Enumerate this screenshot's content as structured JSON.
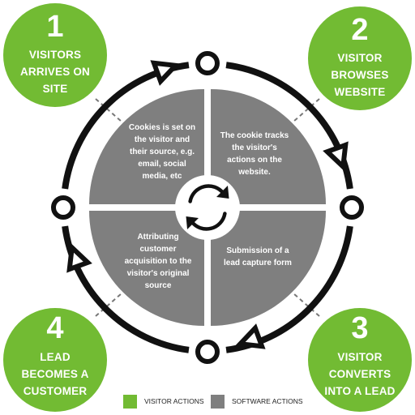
{
  "colors": {
    "visitor": "#72bb33",
    "software": "#7f7f7f",
    "ring": "#111111"
  },
  "steps": [
    {
      "number": "1",
      "text": "VISITORS\nARRIVES ON\nSITE"
    },
    {
      "number": "2",
      "text": "VISITOR\nBROWSES\nWEBSITE"
    },
    {
      "number": "3",
      "text": "VISITOR\nCONVERTS\nINTO A LEAD"
    },
    {
      "number": "4",
      "text": "LEAD\nBECOMES A\nCUSTOMER"
    }
  ],
  "quadrants": [
    {
      "text": "Cookies is set on\nthe visitor and\ntheir source, e.g.\nemail, social\nmedia, etc"
    },
    {
      "text": "The cookie tracks\nthe visitor's\nactions on the\nwebsite."
    },
    {
      "text": "Submission  of a\nlead capture form"
    },
    {
      "text": "Attributing\ncustomer\nacquisition to the\nvisitor's original\nsource"
    }
  ],
  "center_icon": "refresh-cycle-icon",
  "legend": [
    {
      "label": "VISITOR ACTIONS",
      "color": "#72bb33"
    },
    {
      "label": "SOFTWARE ACTIONS",
      "color": "#7f7f7f"
    }
  ]
}
